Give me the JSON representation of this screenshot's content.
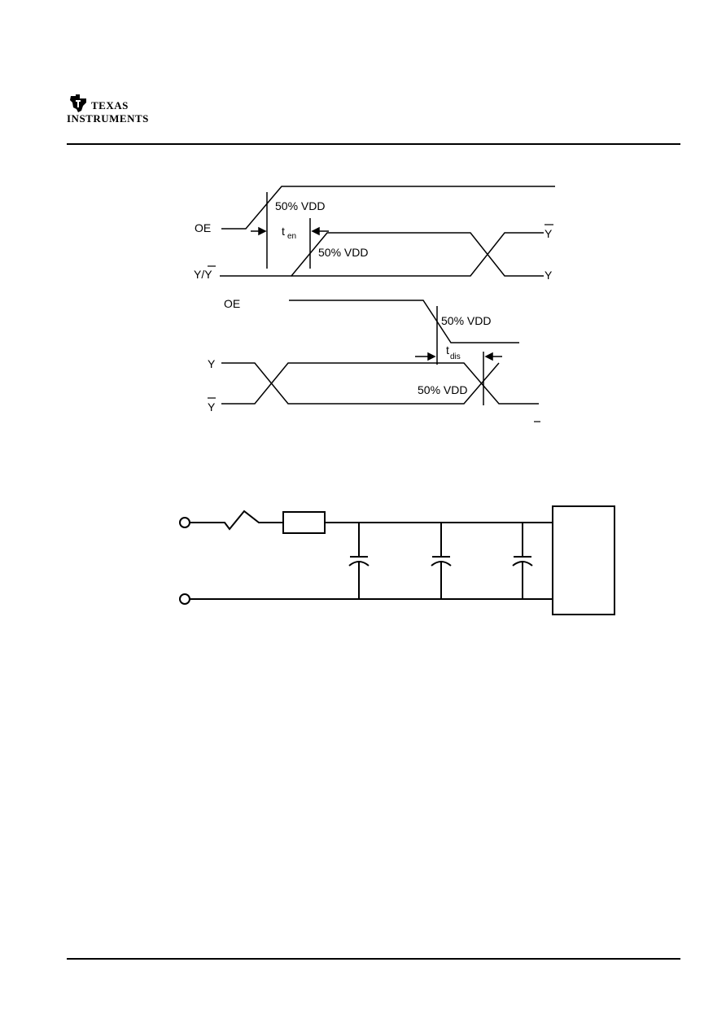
{
  "header": {
    "logo": {
      "line1": "Texas",
      "line2": "Instruments",
      "icon": "ti-state-logo-icon"
    }
  },
  "timing_diagram": {
    "enable": {
      "oe_label": "OE",
      "oe_threshold_label": "50% VDD",
      "ten_main": "t",
      "ten_sub": "en",
      "y_threshold_label": "50% VDD",
      "output_pair_label_left": "Y/Y",
      "output_right_top": "Y",
      "output_right_bottom": "Y"
    },
    "disable": {
      "oe_label": "OE",
      "oe_threshold_label": "50% VDD",
      "tdis_main": "t",
      "tdis_sub": "dis",
      "y_threshold_label": "50% VDD",
      "y_label": "Y",
      "ybar_label": "Y"
    }
  },
  "power_filter_circuit": {
    "components": [
      "input-terminal",
      "ferrite-bead",
      "resistor",
      "capacitor",
      "capacitor",
      "capacitor",
      "load-block",
      "ground-terminal"
    ]
  }
}
